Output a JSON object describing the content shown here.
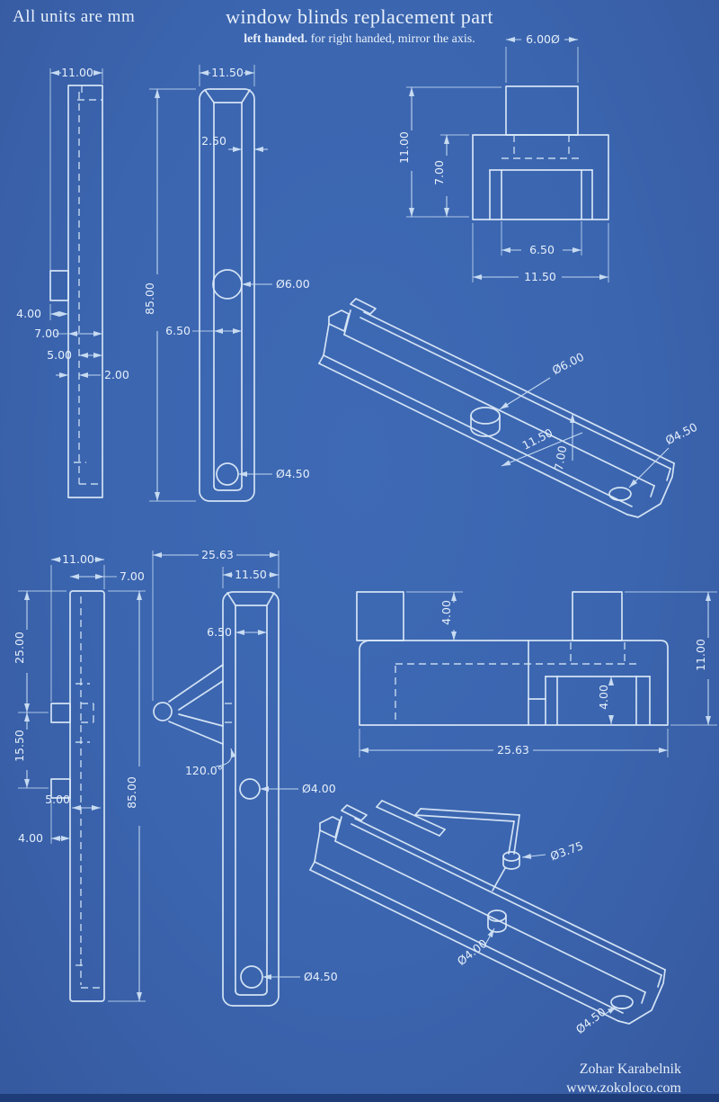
{
  "header": {
    "units_note": "All units are mm",
    "title": "window blinds replacement part",
    "subtitle_bold": "left handed.",
    "subtitle_rest": " for right handed, mirror the axis."
  },
  "footer": {
    "author": "Zohar Karabelnik",
    "website": "www.zokoloco.com"
  },
  "colors": {
    "background": "#3B65AF",
    "line": "#DAE9F8",
    "dim_line": "#C9DEF3",
    "text": "#E6EFFA",
    "footer_bar": "#1E3C78"
  },
  "part1": {
    "side_view": {
      "width": "11.00",
      "tab_depth": "4.00",
      "body_depth": "7.00",
      "pocket_depth": "5.00",
      "wall": "2.00"
    },
    "front_view": {
      "width": "11.50",
      "wall": "2.50",
      "height": "85.00",
      "slot_width": "6.50",
      "top_hole": "Ø6.00",
      "bottom_hole": "Ø4.50"
    },
    "top_view": {
      "pin_dia": "6.00Ø",
      "depth": "11.00",
      "body_depth": "7.00",
      "slot_width": "6.50",
      "width": "11.50"
    },
    "iso_view": {
      "boss": "Ø6.00",
      "width": "11.50",
      "depth": "7.00",
      "hole": "Ø4.50"
    }
  },
  "part2": {
    "side_view": {
      "width": "11.00",
      "body_depth": "7.00",
      "tab1_pos": "25.00",
      "tab_gap": "15.50",
      "pocket_depth": "5.00",
      "tab_depth": "4.00",
      "height": "85.00"
    },
    "front_view": {
      "total_width": "25.63",
      "width": "11.50",
      "slot_width": "6.50",
      "arm_angle": "120.0°",
      "mid_hole": "Ø4.00",
      "bottom_hole": "Ø4.50"
    },
    "top_view": {
      "tab_height": "4.00",
      "depth": "11.00",
      "pocket": "4.00",
      "width": "25.63"
    },
    "iso_view": {
      "pin": "Ø3.75",
      "boss": "Ø4.00",
      "hole": "Ø4.50"
    }
  }
}
